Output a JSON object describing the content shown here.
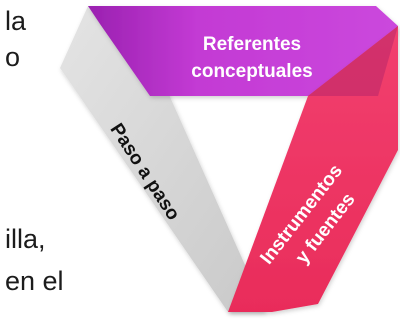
{
  "background_text": {
    "fragment_1": "la",
    "fragment_2": "o",
    "fragment_3": "illa,",
    "fragment_4": "en  el"
  },
  "diagram": {
    "top_band": {
      "line_1": "Referentes",
      "line_2": "conceptuales",
      "color": "#c33ad4"
    },
    "left_band": {
      "label": "Paso a paso",
      "color": "#d9d9d9"
    },
    "right_band": {
      "line_1": "Instrumentos",
      "line_2": "y fuentes",
      "color": "#ee3463"
    }
  }
}
